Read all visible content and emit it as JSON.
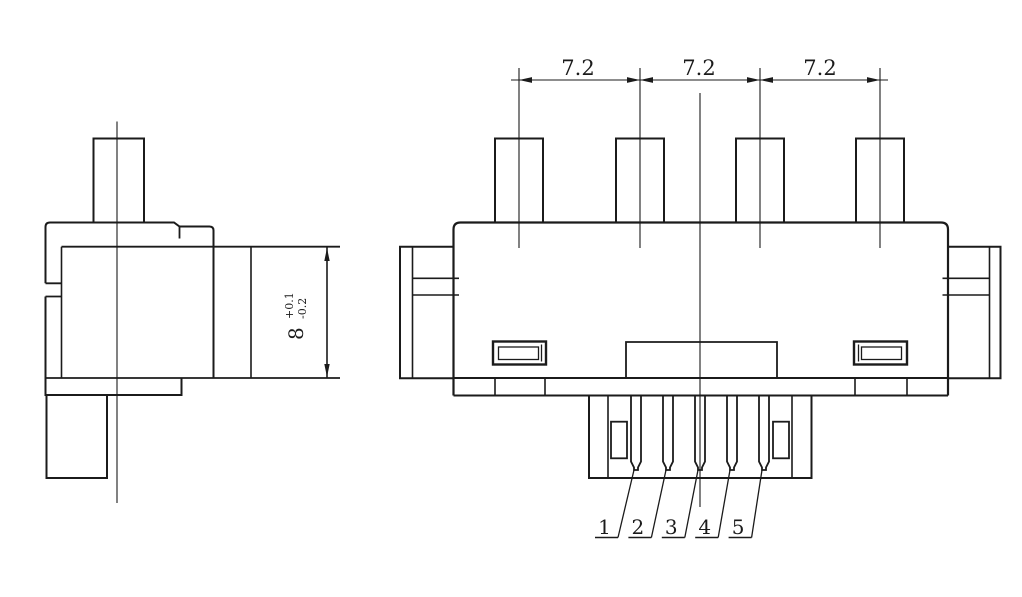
{
  "drawing": {
    "title": "slide-switch-technical-drawing",
    "background_color": "#ffffff",
    "line_color": "#1b1b1b",
    "views": {
      "side_view": "left side profile view",
      "front_view": "front view with four knobs and five pins"
    },
    "top_dimension_labels": [
      "7.2",
      "7.2",
      "7.2"
    ],
    "height_dimension": {
      "nominal": "8",
      "upper": "+0.1",
      "lower": "-0.2"
    },
    "pin_labels": [
      "1",
      "2",
      "3",
      "4",
      "5"
    ]
  }
}
